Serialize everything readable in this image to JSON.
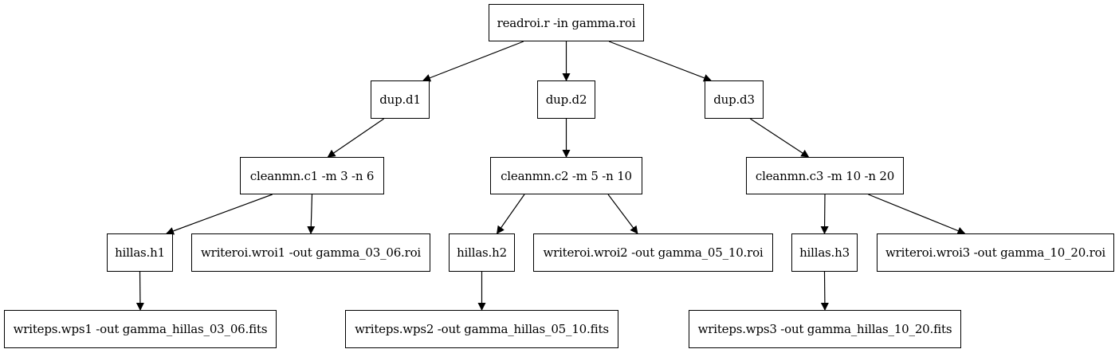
{
  "nodes": {
    "readroi": "readroi.r -in gamma.roi",
    "dup_d1": "dup.d1",
    "dup_d2": "dup.d2",
    "dup_d3": "dup.d3",
    "cleanmn_c1": "cleanmn.c1 -m 3 -n 6",
    "cleanmn_c2": "cleanmn.c2 -m 5 -n 10",
    "cleanmn_c3": "cleanmn.c3 -m 10 -n 20",
    "hillas_h1": "hillas.h1",
    "hillas_h2": "hillas.h2",
    "hillas_h3": "hillas.h3",
    "writeroi_wroi1": "writeroi.wroi1 -out gamma_03_06.roi",
    "writeroi_wroi2": "writeroi.wroi2 -out gamma_05_10.roi",
    "writeroi_wroi3": "writeroi.wroi3 -out gamma_10_20.roi",
    "writeps_wps1": "writeps.wps1 -out gamma_hillas_03_06.fits",
    "writeps_wps2": "writeps.wps2 -out gamma_hillas_05_10.fits",
    "writeps_wps3": "writeps.wps3 -out gamma_hillas_10_20.fits"
  },
  "edges": [
    [
      "readroi",
      "dup_d1"
    ],
    [
      "readroi",
      "dup_d2"
    ],
    [
      "readroi",
      "dup_d3"
    ],
    [
      "dup_d1",
      "cleanmn_c1"
    ],
    [
      "dup_d2",
      "cleanmn_c2"
    ],
    [
      "dup_d3",
      "cleanmn_c3"
    ],
    [
      "cleanmn_c1",
      "hillas_h1"
    ],
    [
      "cleanmn_c1",
      "writeroi_wroi1"
    ],
    [
      "cleanmn_c2",
      "hillas_h2"
    ],
    [
      "cleanmn_c2",
      "writeroi_wroi2"
    ],
    [
      "cleanmn_c3",
      "hillas_h3"
    ],
    [
      "cleanmn_c3",
      "writeroi_wroi3"
    ],
    [
      "hillas_h1",
      "writeps_wps1"
    ],
    [
      "hillas_h2",
      "writeps_wps2"
    ],
    [
      "hillas_h3",
      "writeps_wps3"
    ]
  ]
}
